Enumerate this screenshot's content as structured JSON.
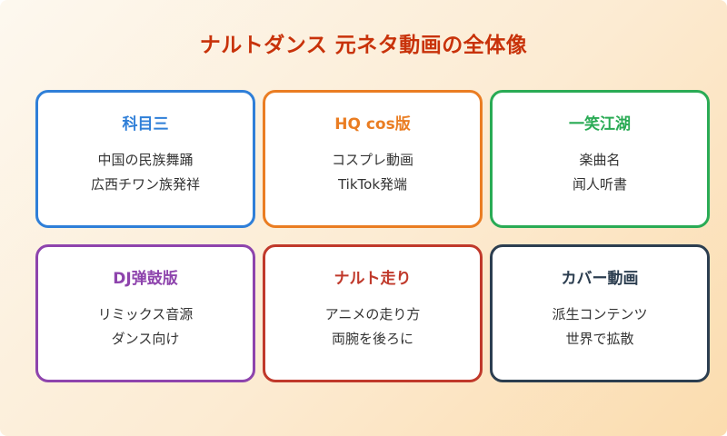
{
  "title": "ナルトダンス 元ネタ動画の全体像",
  "colors": {
    "title": "#c8320a"
  },
  "cards": [
    {
      "title": "科目三",
      "color": "#2f7fd8",
      "lines": [
        "中国の民族舞踊",
        "広西チワン族発祥"
      ]
    },
    {
      "title": "HQ cos版",
      "color": "#ea7d22",
      "lines": [
        "コスプレ動画",
        "TikTok発端"
      ]
    },
    {
      "title": "一笑江湖",
      "color": "#2aab55",
      "lines": [
        "楽曲名",
        "闻人听書"
      ]
    },
    {
      "title": "DJ弹鼓版",
      "color": "#8e44ad",
      "lines": [
        "リミックス音源",
        "ダンス向け"
      ]
    },
    {
      "title": "ナルト走り",
      "color": "#c0392b",
      "lines": [
        "アニメの走り方",
        "両腕を後ろに"
      ]
    },
    {
      "title": "カバー動画",
      "color": "#2c3e50",
      "lines": [
        "派生コンテンツ",
        "世界で拡散"
      ]
    }
  ]
}
